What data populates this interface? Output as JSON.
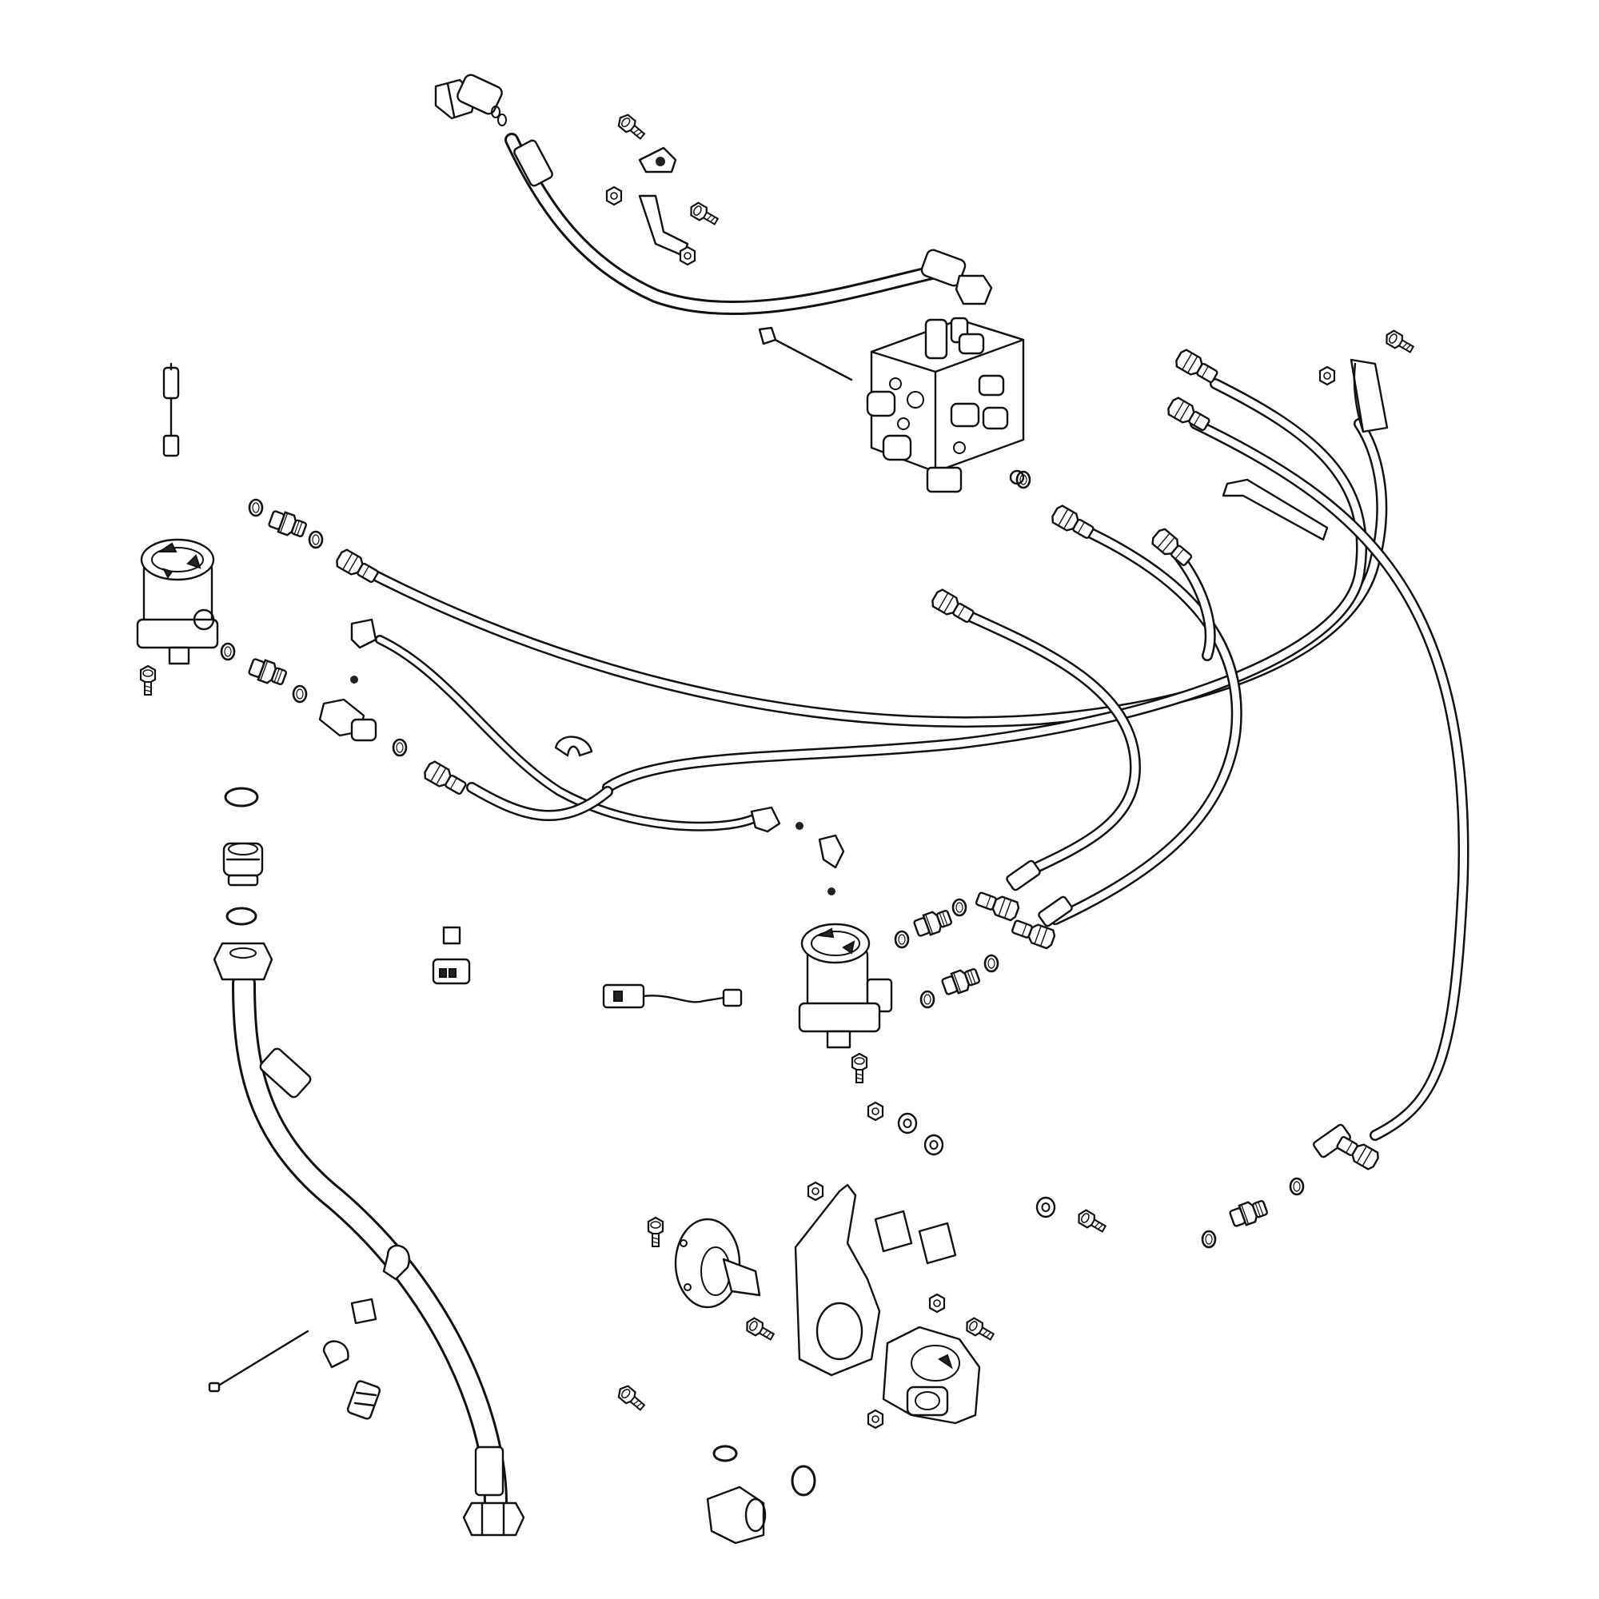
{
  "diagram": {
    "line_color": "#111111",
    "background": "#ffffff",
    "components": [
      "control-valve-block",
      "hydraulic-motor-left",
      "hydraulic-motor-center",
      "hydraulic-pump",
      "pump-mounting-bracket",
      "drive-coupler-flange",
      "hydraulic-hose",
      "suction-hose",
      "elbow-fitting",
      "straight-fitting",
      "o-ring",
      "bolt",
      "hose-clamp",
      "cable-tie",
      "wiring-harness",
      "sensor",
      "connector"
    ]
  }
}
